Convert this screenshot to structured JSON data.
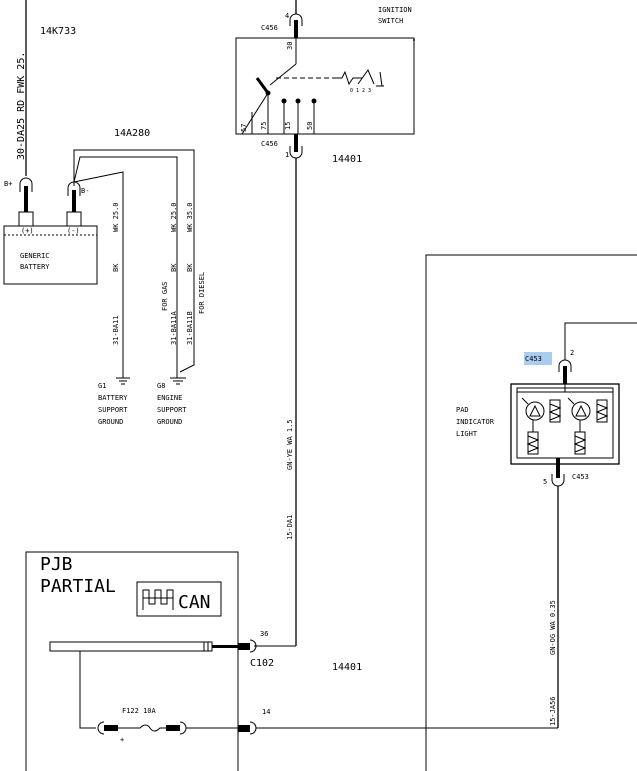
{
  "wire_labels": {
    "top_left_main": "30-DA25   RD   FWK   25.",
    "battery_neg_a": "WK   25.0",
    "battery_neg_a_color": "BK",
    "battery_neg_a_circuit": "31-BA11",
    "gas_wire": "WK   25.0",
    "gas_wire_color": "BK",
    "gas_circuit": "31-BA11A",
    "gas_note": "FOR GAS",
    "diesel_wire": "WK   35.0",
    "diesel_wire_color": "BK",
    "diesel_circuit": "31-BA11B",
    "diesel_note": "FOR DIESEL",
    "ignition_wire": "GN-YE   WA   1.5",
    "ignition_circuit": "15-DA1",
    "pad_wire": "GN-OG   WA   0.35",
    "pad_circuit": "15-JA56"
  },
  "harness_codes": {
    "h14K733": "14K733",
    "h14A280": "14A280",
    "h14401_top": "14401",
    "h14401_bottom": "14401"
  },
  "battery": {
    "label_line1": "GENERIC",
    "label_line2": "BATTERY",
    "plus_terminal": "(+)",
    "minus_terminal": "(-)",
    "b_plus": "B+",
    "b_minus": "B-"
  },
  "grounds": {
    "g1_id": "G1",
    "g1_line1": "BATTERY",
    "g1_line2": "SUPPORT",
    "g1_line3": "GROUND",
    "g8_id": "G8",
    "g8_line1": "ENGINE",
    "g8_line2": "SUPPORT",
    "g8_line3": "GROUND"
  },
  "ignition_switch": {
    "title_line1": "IGNITION",
    "title_line2": "SWITCH",
    "connector_top": "C456",
    "connector_bottom": "C456",
    "pin_top_num": "4",
    "pin_bottom_num": "1",
    "pin30": "30",
    "pin57": "57",
    "pin75": "75",
    "pin15": "15",
    "pin50": "50",
    "positions": "0 1 2 3"
  },
  "pad_light": {
    "label_line1": "PAD",
    "label_line2": "INDICATOR",
    "label_line3": "LIGHT",
    "connector_top": "C453",
    "connector_bottom": "C453",
    "pin_top_num": "2",
    "pin_bottom_num": "5",
    "highlight_color": "#a8cdf0"
  },
  "pjb": {
    "title_line1": "PJB",
    "title_line2": "PARTIAL",
    "can_label": "CAN",
    "connector_c102": "C102",
    "pin36": "36",
    "pin14": "14",
    "fuse_label": "F122   10A",
    "fuse_plus": "+"
  }
}
